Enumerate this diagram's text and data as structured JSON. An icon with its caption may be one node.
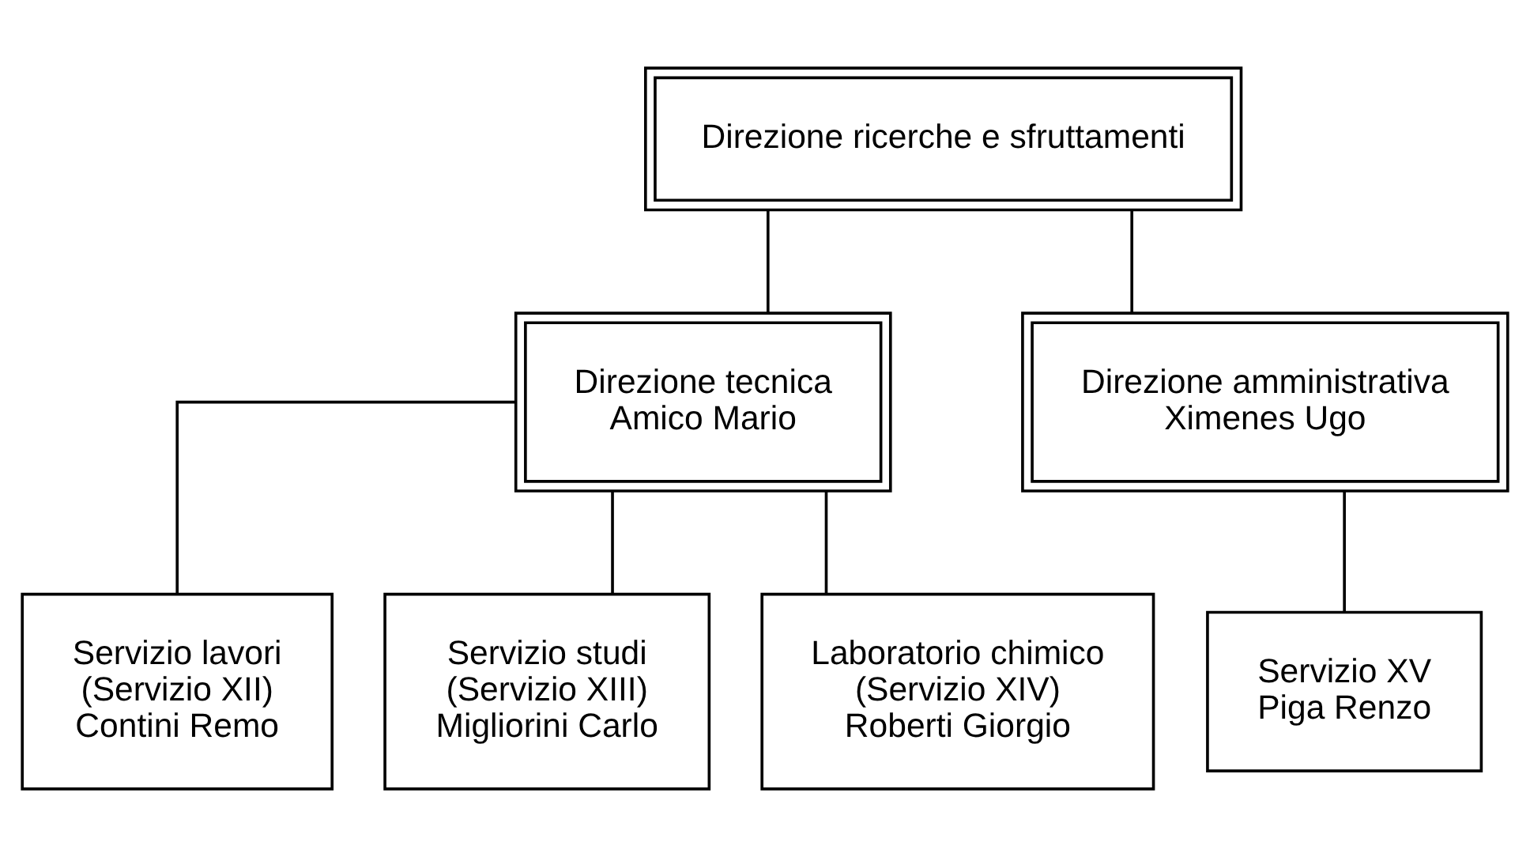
{
  "diagram": {
    "nodes": [
      {
        "text": [
          "Direzione ricerche e sfruttamenti"
        ]
      },
      {
        "text": [
          "Direzione tecnica",
          "Amico Mario"
        ]
      },
      {
        "text": [
          "Direzione amministrativa",
          "Ximenes Ugo"
        ]
      },
      {
        "text": [
          "Servizio lavori",
          "(Servizio XII)",
          "Contini Remo"
        ]
      },
      {
        "text": [
          "Servizio studi",
          "(Servizio XIII)",
          "Migliorini Carlo"
        ]
      },
      {
        "text": [
          "Laboratorio chimico",
          "(Servizio XIV)",
          "Roberti Giorgio"
        ]
      },
      {
        "text": [
          "Servizio XV",
          "Piga Renzo"
        ]
      }
    ],
    "edges": [
      {
        "from": 0,
        "to": 1,
        "arrow": "none"
      },
      {
        "from": 0,
        "to": 2,
        "arrow": "none"
      },
      {
        "from": 1,
        "to": 3,
        "arrow": "none"
      },
      {
        "from": 1,
        "to": 4,
        "arrow": "none"
      },
      {
        "from": 1,
        "to": 5,
        "arrow": "none"
      },
      {
        "from": 2,
        "to": 6,
        "arrow": "none"
      }
    ]
  }
}
